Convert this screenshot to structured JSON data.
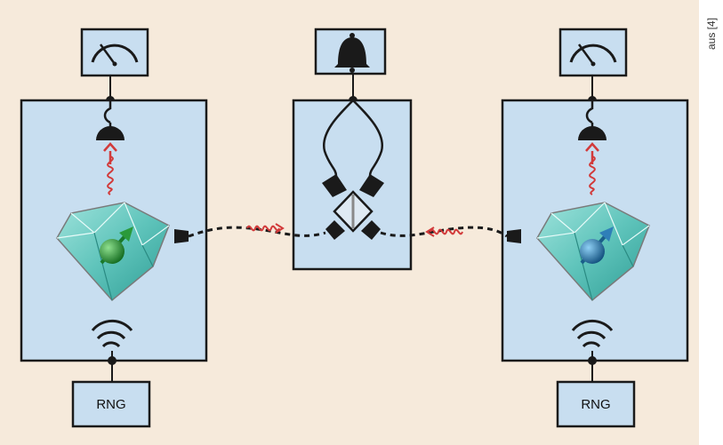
{
  "caption": "aus [4]",
  "left_node": {
    "rng_label": "RNG"
  },
  "right_node": {
    "rng_label": "RNG"
  },
  "colors": {
    "background": "#f6eadb",
    "box_fill": "#c8def0",
    "box_stroke": "#1a1a1a",
    "photon_red": "#d23a3a",
    "diamond": "#6fcfc6",
    "left_spin": "#2a9a3a",
    "right_spin": "#2f7fb8"
  },
  "icons": [
    "meter-icon",
    "bell-icon",
    "detector-icon",
    "photon-wave-icon",
    "diamond-crystal-icon",
    "spin-icon",
    "antenna-icon",
    "beam-splitter-icon",
    "fiber-connector-icon"
  ]
}
